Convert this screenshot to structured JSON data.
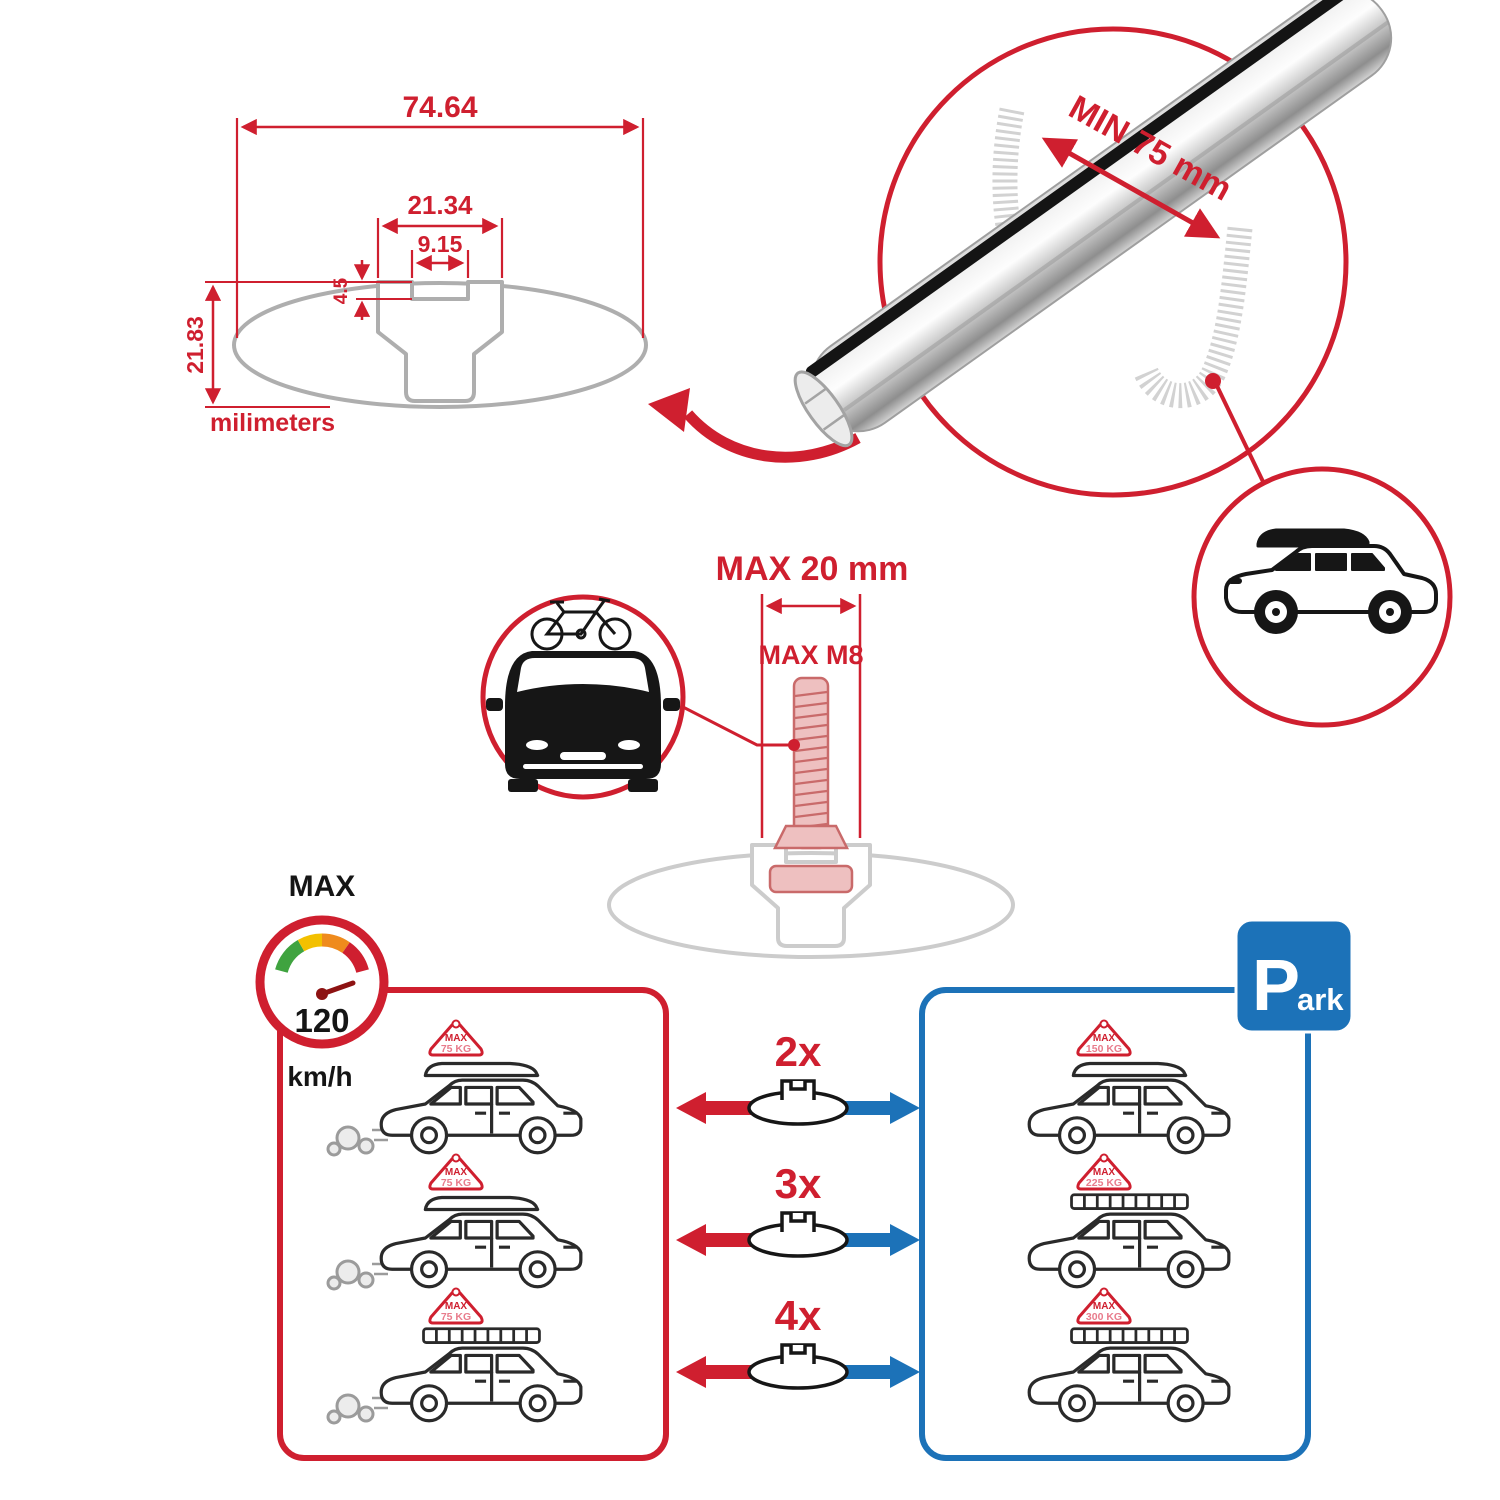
{
  "colors": {
    "brand_red": "#cf1f2f",
    "brand_blue": "#1c72b8",
    "profile_gray": "#aeaeae",
    "faded_pink": "#eec0c0",
    "line_black": "#2a2a2a",
    "speed_green": "#3fa33f",
    "speed_yellow": "#f3c000",
    "speed_orange": "#ef8b1d"
  },
  "profile_drawing": {
    "total_width": "74.64",
    "channel_outer_width": "21.34",
    "channel_opening_width": "9.15",
    "lip_depth": "4.5",
    "total_height": "21.83",
    "units_label": "milimeters"
  },
  "bar_detail": {
    "min_span_label": "MIN 75 mm"
  },
  "mount_detail": {
    "max_length_label": "MAX 20 mm",
    "max_thread_label": "MAX M8"
  },
  "speed_limit": {
    "title": "MAX",
    "value": "120",
    "units": "km/h"
  },
  "drive_panel": {
    "cars": [
      {
        "tag_title": "MAX",
        "tag_value": "75 KG"
      },
      {
        "tag_title": "MAX",
        "tag_value": "75 KG"
      },
      {
        "tag_title": "MAX",
        "tag_value": "75 KG"
      }
    ]
  },
  "park_panel": {
    "sign_letter": "P",
    "sign_rest": "ark",
    "cars": [
      {
        "tag_title": "MAX",
        "tag_value": "150 KG"
      },
      {
        "tag_title": "MAX",
        "tag_value": "225 KG"
      },
      {
        "tag_title": "MAX",
        "tag_value": "300 KG"
      }
    ]
  },
  "crossbar_counts": [
    {
      "label": "2x"
    },
    {
      "label": "3x"
    },
    {
      "label": "4x"
    }
  ]
}
